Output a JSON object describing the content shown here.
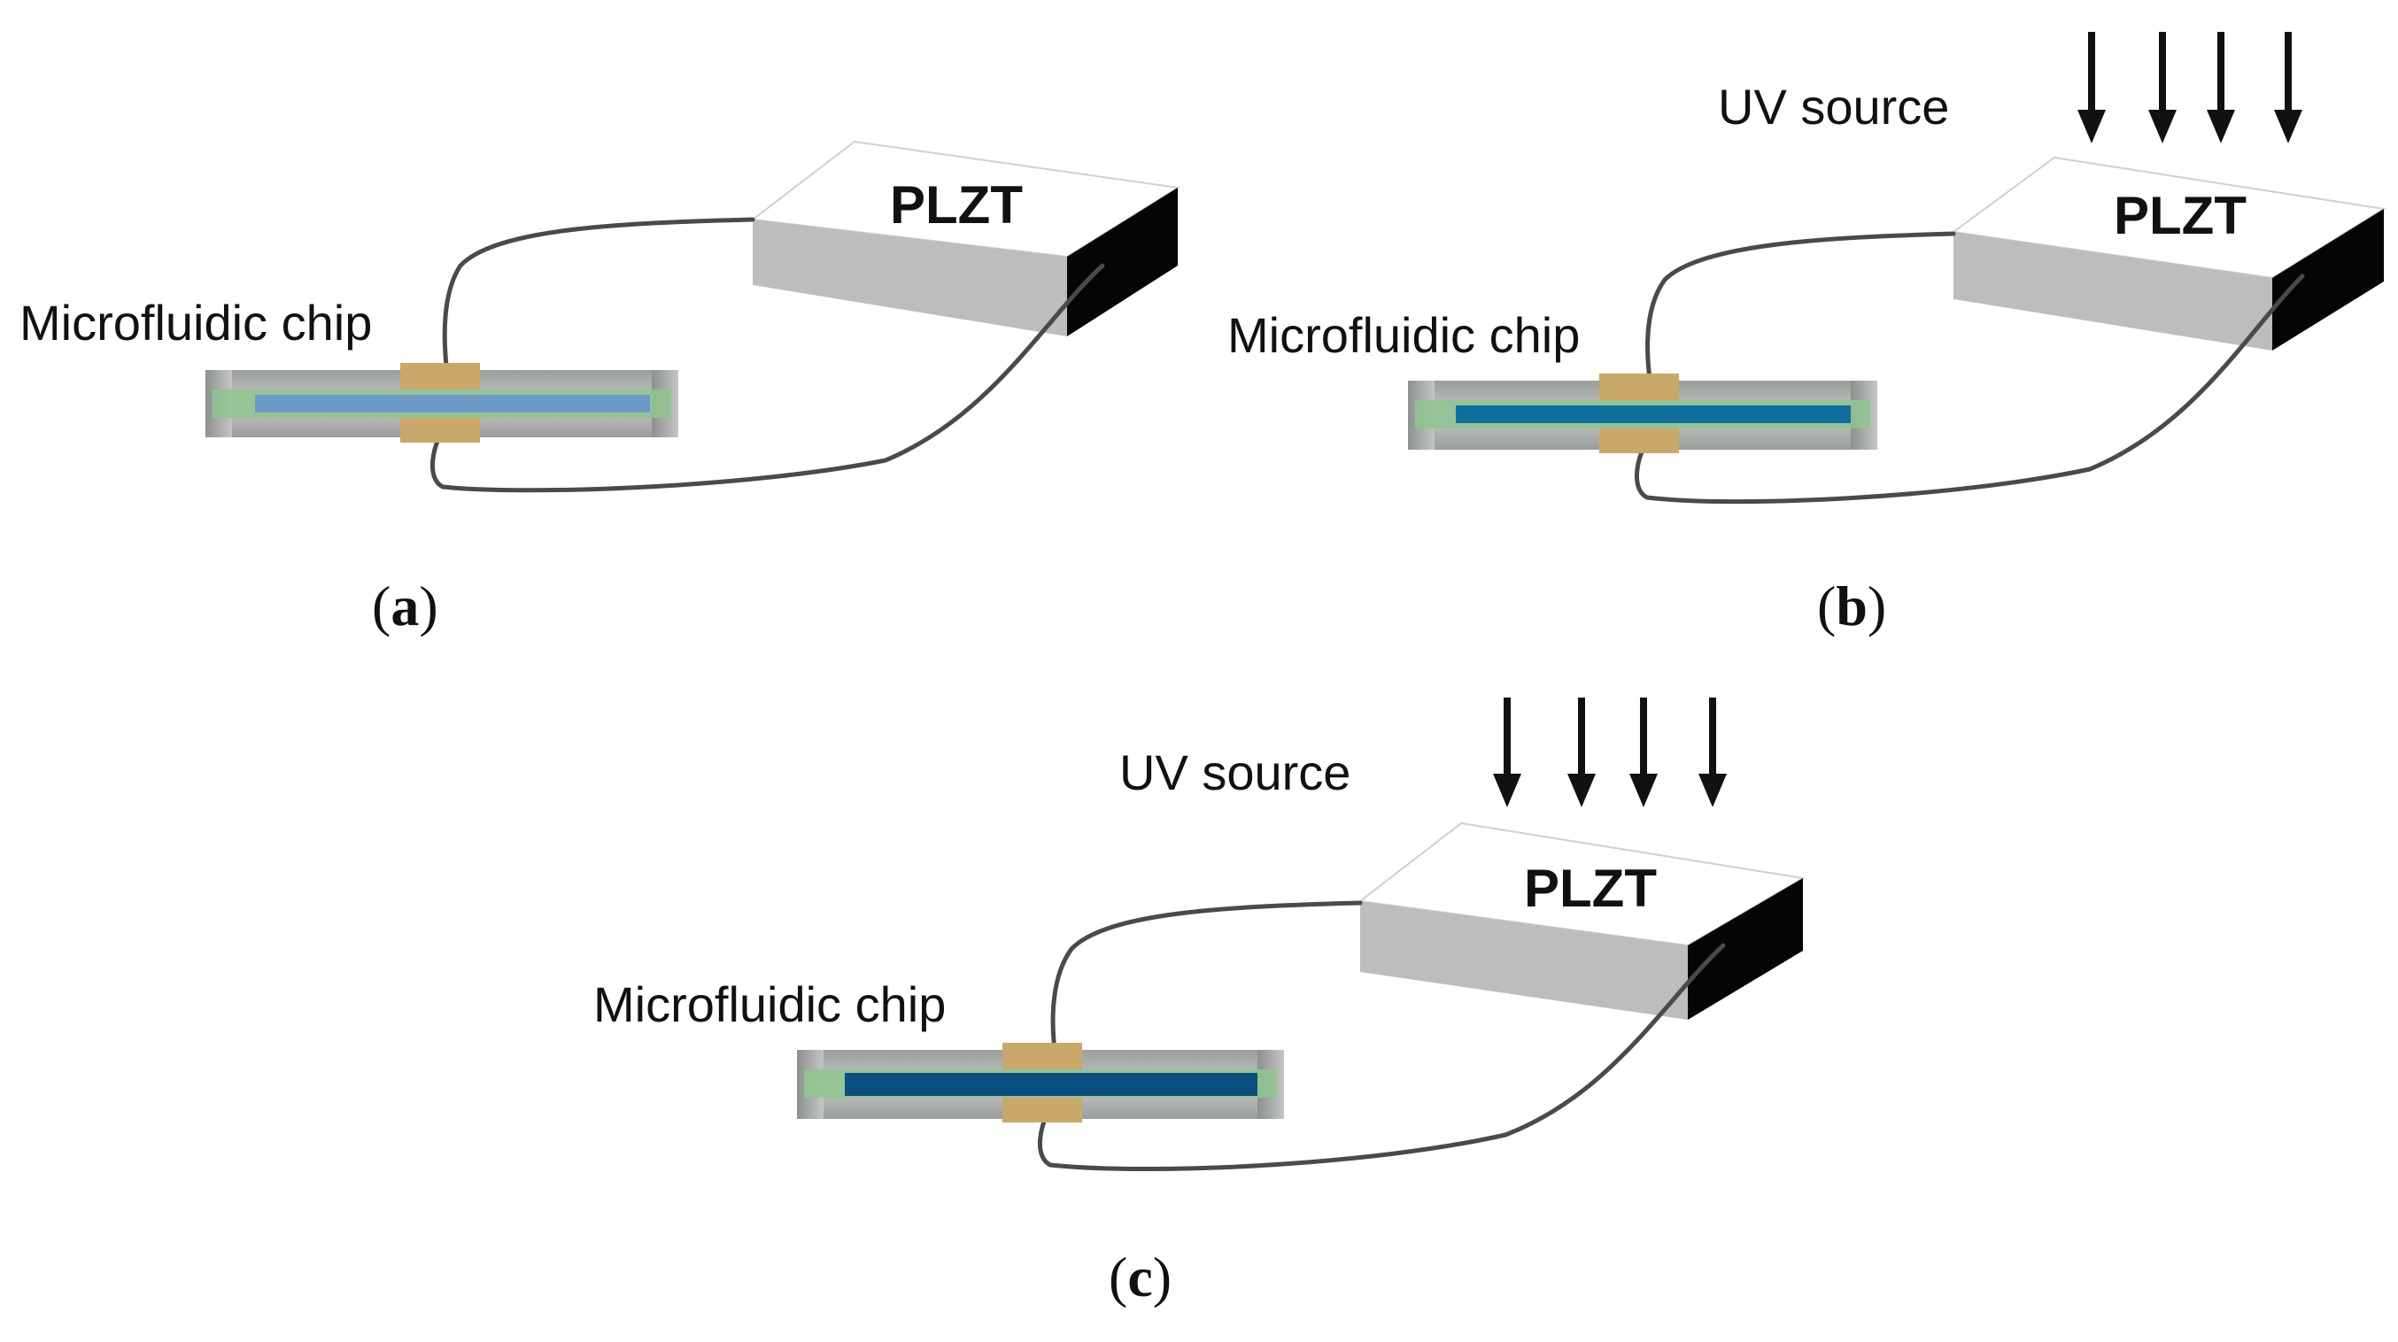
{
  "panels": [
    {
      "id": "a",
      "device_label": "PLZT",
      "chip_label": "Microfluidic chip",
      "uv_label": null,
      "caption_open": "(",
      "caption_letter": "a",
      "caption_close": ")",
      "channel_color": "#6a9ac4"
    },
    {
      "id": "b",
      "device_label": "PLZT",
      "chip_label": "Microfluidic chip",
      "uv_label": "UV source",
      "caption_open": "(",
      "caption_letter": "b",
      "caption_close": ")",
      "channel_color": "#0f6e9e"
    },
    {
      "id": "c",
      "device_label": "PLZT",
      "chip_label": "Microfluidic chip",
      "uv_label": "UV source",
      "caption_open": "(",
      "caption_letter": "c",
      "caption_close": ")",
      "channel_color": "#0b4f80"
    }
  ],
  "colors": {
    "box_top": "#ffffff",
    "box_front": "#bdbdbd",
    "box_side": "#050505",
    "wire": "#4a4a4a",
    "chip_body": "#b8bcb8",
    "chip_layer": "#8fc48f",
    "electrode": "#c9a86a",
    "arrow": "#111111"
  }
}
